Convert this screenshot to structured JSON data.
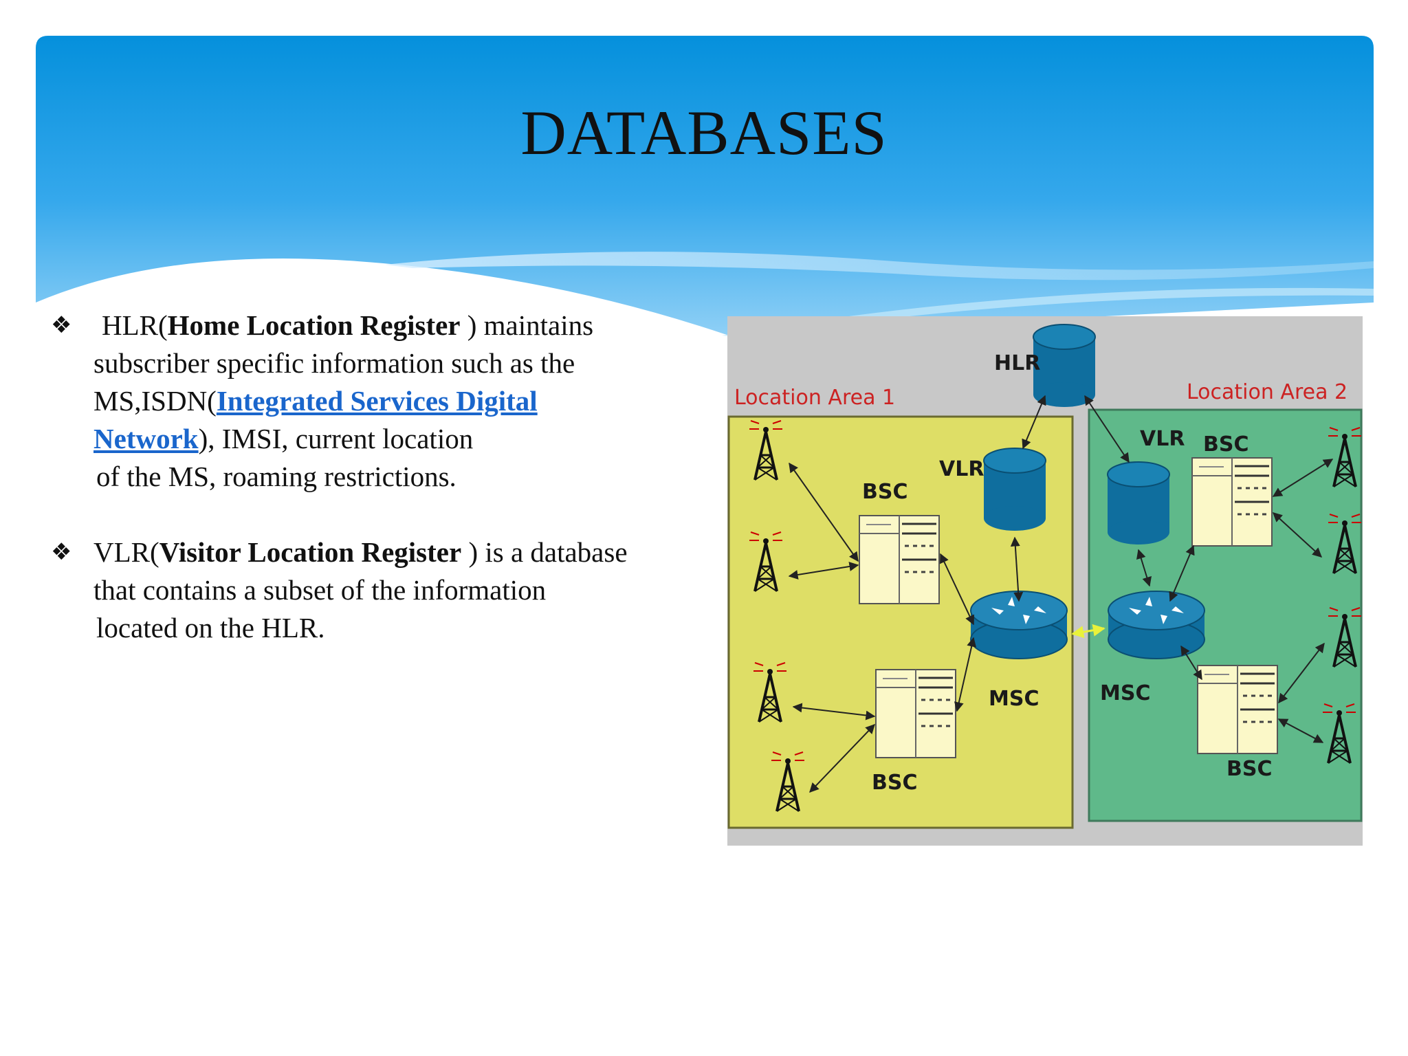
{
  "slide": {
    "title": "DATABASES",
    "bullet_mark": "❖",
    "bullets": [
      {
        "l1_pre": "HLR(",
        "l1_bold": "Home Location Register",
        "l1_post": " ) maintains",
        "l2": "subscriber specific information such as the",
        "l3_pre": "MS,ISDN(",
        "l3_link": "Integrated Services Digital",
        "l4_link": "Network",
        "l4_post": "), IMSI, current location",
        "l5": "of the MS, roaming  restrictions."
      },
      {
        "l1_pre": "VLR(",
        "l1_bold": "Visitor Location Register",
        "l1_post": " ) is a database",
        "l2": "that contains a subset of the information",
        "l3": "located on the HLR."
      }
    ]
  },
  "diagram": {
    "area1": "Location Area 1",
    "area2": "Location Area 2",
    "hlr": "HLR",
    "vlr1": "VLR",
    "vlr2": "VLR",
    "bsc_a": "BSC",
    "bsc_b": "BSC",
    "bsc_c": "BSC",
    "bsc_d": "BSC",
    "msc1": "MSC",
    "msc2": "MSC",
    "colors": {
      "area1_fill": "#dede66",
      "area2_fill": "#5fb98a",
      "panel_bg": "#c8c8c8",
      "db_fill": "#0f6e9e",
      "label_red": "#cc2222"
    }
  }
}
